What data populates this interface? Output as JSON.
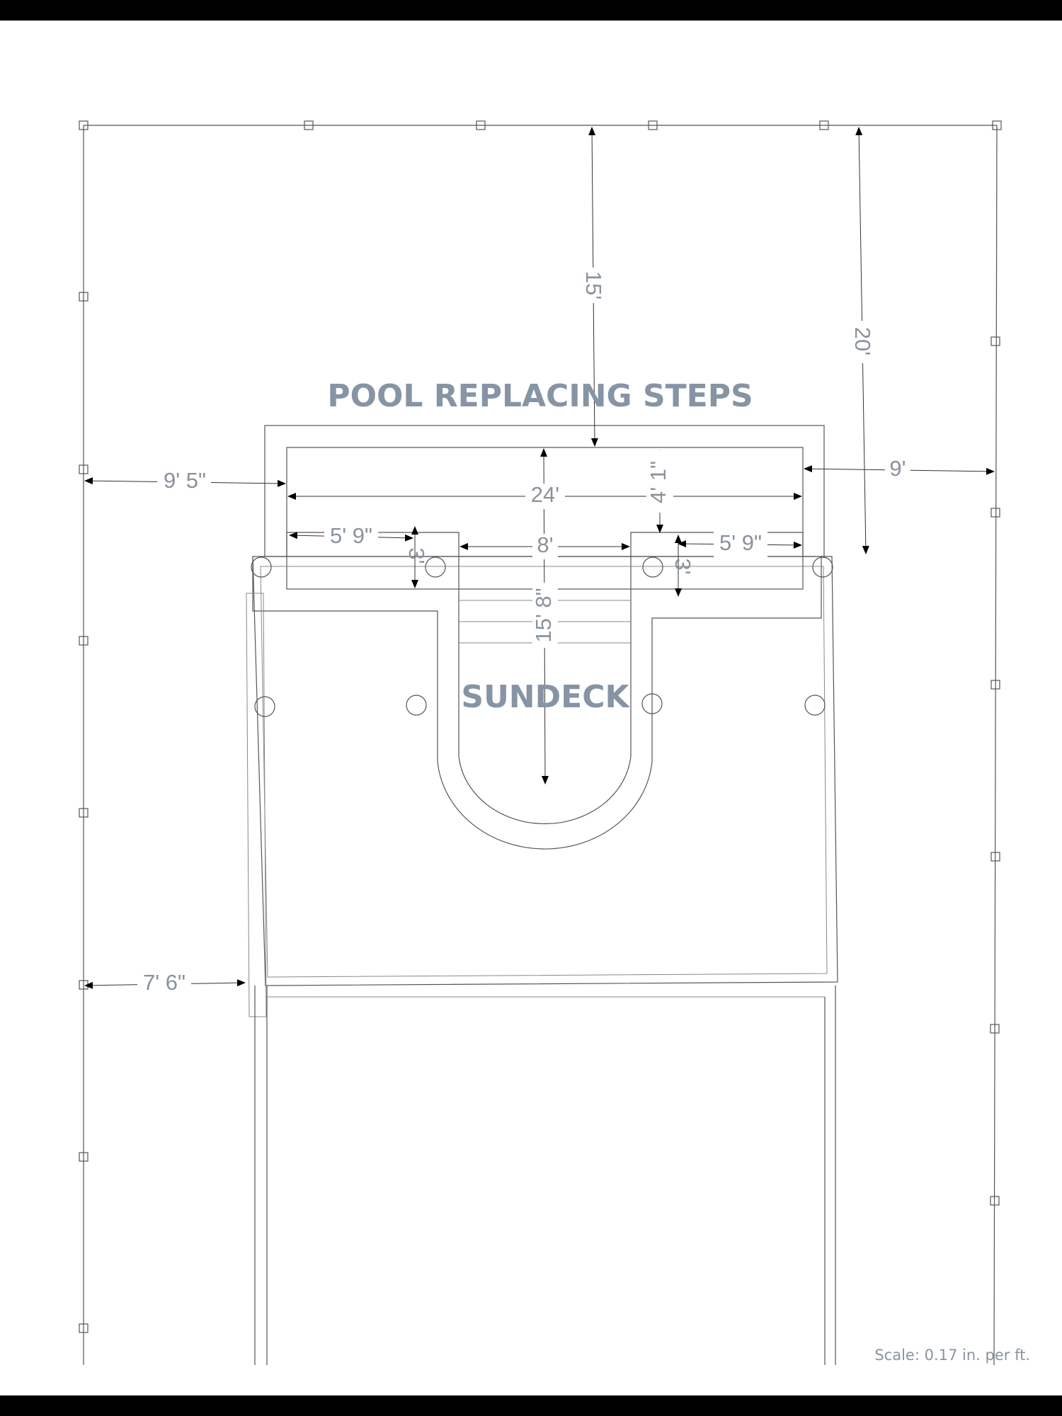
{
  "labels": {
    "pool": "POOL REPLACING STEPS",
    "sundeck": "SUNDECK",
    "scale": "Scale: 0.17 in. per ft."
  },
  "dimensions": {
    "top_15": "15'",
    "right_20": "20'",
    "left_9_5": "9' 5\"",
    "right_9": "9'",
    "width_24": "24'",
    "depth_4_1": "4' 1\"",
    "left_step_5_9": "5' 9\"",
    "center_8": "8'",
    "right_step_5_9": "5' 9\"",
    "left_3": "3'",
    "right_3": "3'",
    "center_15_8": "15' 8\"",
    "bottom_7_6": "7' 6\""
  },
  "colors": {
    "frame_bar": "#000000",
    "label_text": "#8694a4",
    "line": "#555555"
  }
}
